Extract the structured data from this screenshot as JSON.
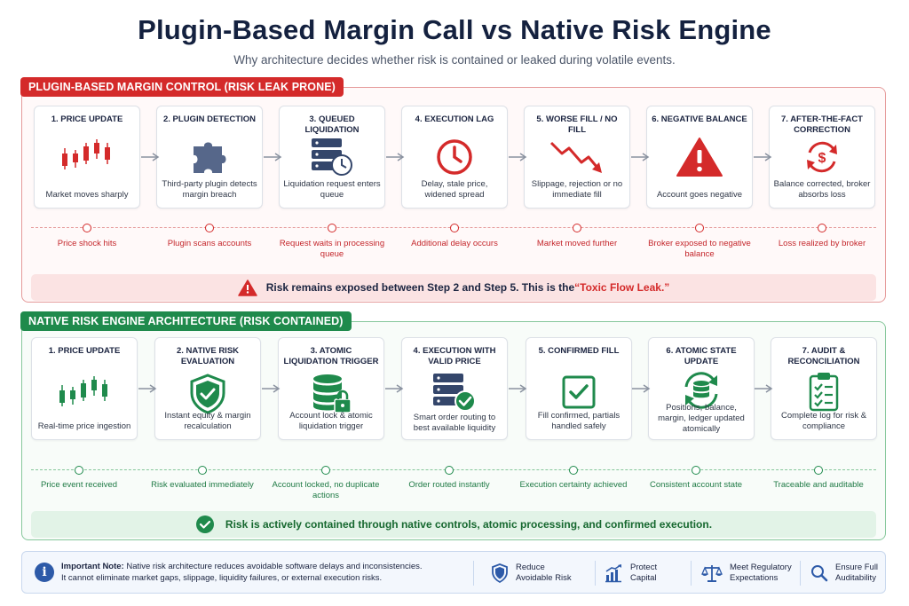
{
  "title": "Plugin-Based Margin Call vs Native Risk Engine",
  "subtitle": "Why architecture decides whether risk is contained or leaked during volatile events.",
  "colors": {
    "red": "#d42a2a",
    "green": "#1f8a4c",
    "navy": "#14213f",
    "blue": "#2d5aa8"
  },
  "plugin": {
    "heading": "PLUGIN-BASED MARGIN CONTROL (RISK LEAK PRONE)",
    "steps": [
      {
        "title": "1. PRICE UPDATE",
        "icon": "candlestick-chart-icon",
        "desc": "Market moves sharply",
        "outcome": "Price shock hits"
      },
      {
        "title": "2. PLUGIN DETECTION",
        "icon": "puzzle-piece-icon",
        "desc": "Third-party plugin detects margin breach",
        "outcome": "Plugin scans accounts"
      },
      {
        "title": "3. QUEUED LIQUIDATION",
        "icon": "server-clock-icon",
        "desc": "Liquidation request enters queue",
        "outcome": "Request waits in processing queue"
      },
      {
        "title": "4. EXECUTION LAG",
        "icon": "clock-icon",
        "desc": "Delay, stale price, widened spread",
        "outcome": "Additional delay occurs"
      },
      {
        "title": "5. WORSE FILL / NO FILL",
        "icon": "trend-down-icon",
        "desc": "Slippage, rejection or no immediate fill",
        "outcome": "Market moved further"
      },
      {
        "title": "6. NEGATIVE BALANCE",
        "icon": "warning-triangle-icon",
        "desc": "Account goes negative",
        "outcome": "Broker exposed to negative balance"
      },
      {
        "title": "7. AFTER-THE-FACT CORRECTION",
        "icon": "dollar-refresh-icon",
        "desc": "Balance corrected, broker absorbs loss",
        "outcome": "Loss realized by broker"
      }
    ],
    "banner_main": "Risk remains exposed between Step 2 and Step 5. This is the ",
    "banner_highlight": "“Toxic Flow Leak.”"
  },
  "native": {
    "heading": "NATIVE RISK ENGINE ARCHITECTURE (RISK CONTAINED)",
    "steps": [
      {
        "title": "1. PRICE UPDATE",
        "icon": "candlestick-chart-icon",
        "desc": "Real-time price ingestion",
        "outcome": "Price event received"
      },
      {
        "title": "2. NATIVE RISK EVALUATION",
        "icon": "shield-check-icon",
        "desc": "Instant equity & margin recalculation",
        "outcome": "Risk evaluated immediately"
      },
      {
        "title": "3. ATOMIC LIQUIDATION TRIGGER",
        "icon": "database-lock-icon",
        "desc": "Account lock & atomic liquidation trigger",
        "outcome": "Account locked, no duplicate actions"
      },
      {
        "title": "4. EXECUTION WITH VALID PRICE",
        "icon": "server-check-icon",
        "desc": "Smart order routing to best available liquidity",
        "outcome": "Order routed instantly"
      },
      {
        "title": "5. CONFIRMED FILL",
        "icon": "checkbox-icon",
        "desc": "Fill confirmed, partials handled safely",
        "outcome": "Execution certainty achieved"
      },
      {
        "title": "6. ATOMIC STATE UPDATE",
        "icon": "database-sync-icon",
        "desc": "Positions, balance, margin, ledger updated atomically",
        "outcome": "Consistent account state"
      },
      {
        "title": "7. AUDIT & RECONCILIATION",
        "icon": "clipboard-check-icon",
        "desc": "Complete log for risk & compliance",
        "outcome": "Traceable and auditable"
      }
    ],
    "banner": "Risk is actively contained through native controls, atomic processing, and confirmed execution."
  },
  "note": {
    "label": "Important Note:",
    "text1": " Native risk architecture reduces avoidable software delays and inconsistencies.",
    "text2": "It cannot eliminate market gaps, slippage, liquidity failures, or external execution risks.",
    "features": [
      {
        "icon": "shield-icon",
        "line1": "Reduce",
        "line2": "Avoidable Risk"
      },
      {
        "icon": "bar-chart-icon",
        "line1": "Protect",
        "line2": "Capital"
      },
      {
        "icon": "scales-icon",
        "line1": "Meet Regulatory",
        "line2": "Expectations"
      },
      {
        "icon": "magnifier-icon",
        "line1": "Ensure Full",
        "line2": "Auditability"
      }
    ]
  }
}
